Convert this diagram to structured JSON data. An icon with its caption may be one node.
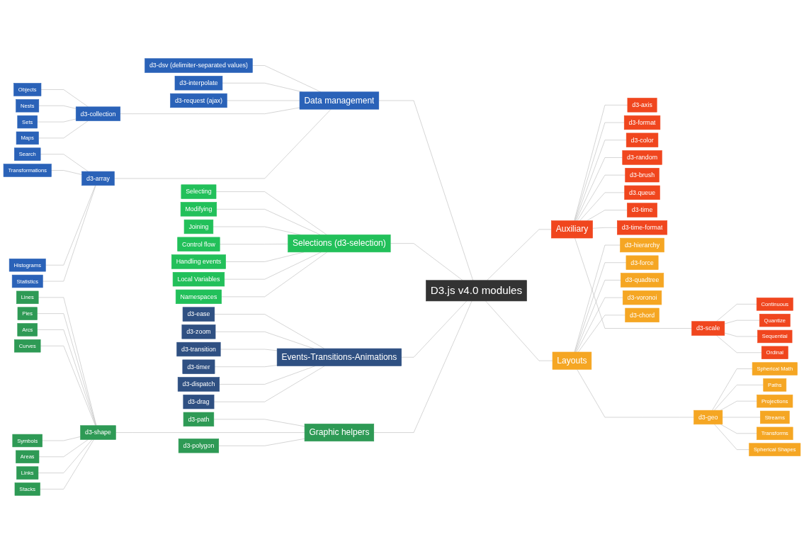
{
  "diagram": {
    "nodes": [
      {
        "text": [
          "D3.js v4.0 modules"
        ]
      },
      {
        "text": [
          "Data management"
        ]
      },
      {
        "text": [
          "d3-dsv (delimiter-separated values)"
        ]
      },
      {
        "text": [
          "d3-interpolate"
        ]
      },
      {
        "text": [
          "d3-request (ajax)"
        ]
      },
      {
        "text": [
          "d3-collection"
        ]
      },
      {
        "text": [
          "Objects"
        ]
      },
      {
        "text": [
          "Nests"
        ]
      },
      {
        "text": [
          "Sets"
        ]
      },
      {
        "text": [
          "Maps"
        ]
      },
      {
        "text": [
          "d3-array"
        ]
      },
      {
        "text": [
          "Search"
        ]
      },
      {
        "text": [
          "Transformations"
        ]
      },
      {
        "text": [
          "Histograms"
        ]
      },
      {
        "text": [
          "Statistics"
        ]
      },
      {
        "text": [
          "Auxiliary"
        ]
      },
      {
        "text": [
          "d3-scale"
        ]
      },
      {
        "text": [
          "Continuous"
        ]
      },
      {
        "text": [
          "Quantize"
        ]
      },
      {
        "text": [
          "Sequential"
        ]
      },
      {
        "text": [
          "Ordinal"
        ]
      },
      {
        "text": [
          "d3-axis"
        ]
      },
      {
        "text": [
          "d3-format"
        ]
      },
      {
        "text": [
          "d3-color"
        ]
      },
      {
        "text": [
          "d3-random"
        ]
      },
      {
        "text": [
          "d3-brush"
        ]
      },
      {
        "text": [
          "d3.queue"
        ]
      },
      {
        "text": [
          "d3-time"
        ]
      },
      {
        "text": [
          "d3-time-format"
        ]
      },
      {
        "text": [
          "Layouts"
        ]
      },
      {
        "text": [
          "d3-hierarchy"
        ]
      },
      {
        "text": [
          "d3-geo"
        ]
      },
      {
        "text": [
          "Spherical Math"
        ]
      },
      {
        "text": [
          "Paths"
        ]
      },
      {
        "text": [
          "Projections"
        ]
      },
      {
        "text": [
          "Streams"
        ]
      },
      {
        "text": [
          "Transforms"
        ]
      },
      {
        "text": [
          "Spherical Shapes"
        ]
      },
      {
        "text": [
          "d3-force"
        ]
      },
      {
        "text": [
          "d3-quadtree"
        ]
      },
      {
        "text": [
          "d3-voronoi"
        ]
      },
      {
        "text": [
          "d3-chord"
        ]
      },
      {
        "text": [
          "Selections (d3-selection)"
        ]
      },
      {
        "text": [
          "Selecting"
        ]
      },
      {
        "text": [
          "Modifying"
        ]
      },
      {
        "text": [
          "Joining"
        ]
      },
      {
        "text": [
          "Control flow"
        ]
      },
      {
        "text": [
          "Handling events"
        ]
      },
      {
        "text": [
          "Local Variables"
        ]
      },
      {
        "text": [
          "Namespaces"
        ]
      },
      {
        "text": [
          "Events-Transitions-Animations"
        ]
      },
      {
        "text": [
          "d3-ease"
        ]
      },
      {
        "text": [
          "d3-zoom"
        ]
      },
      {
        "text": [
          "d3-transition"
        ]
      },
      {
        "text": [
          "d3-timer"
        ]
      },
      {
        "text": [
          "d3-dispatch"
        ]
      },
      {
        "text": [
          "d3-drag"
        ]
      },
      {
        "text": [
          "Graphic helpers"
        ]
      },
      {
        "text": [
          "d3-path"
        ]
      },
      {
        "text": [
          "d3-shape"
        ]
      },
      {
        "text": [
          "d3-polygon"
        ]
      },
      {
        "text": [
          "Lines"
        ]
      },
      {
        "text": [
          "Pies"
        ]
      },
      {
        "text": [
          "Arcs"
        ]
      },
      {
        "text": [
          "Curves"
        ]
      },
      {
        "text": [
          "Symbols"
        ]
      },
      {
        "text": [
          "Areas"
        ]
      },
      {
        "text": [
          "Links"
        ]
      },
      {
        "text": [
          "Stacks"
        ]
      }
    ],
    "edges": [
      {
        "from": 0,
        "to": 1,
        "arrow": "none"
      },
      {
        "from": 0,
        "to": 15,
        "arrow": "none"
      },
      {
        "from": 0,
        "to": 29,
        "arrow": "none"
      },
      {
        "from": 0,
        "to": 42,
        "arrow": "none"
      },
      {
        "from": 0,
        "to": 50,
        "arrow": "none"
      },
      {
        "from": 0,
        "to": 57,
        "arrow": "none"
      },
      {
        "from": 1,
        "to": 2,
        "arrow": "none"
      },
      {
        "from": 1,
        "to": 3,
        "arrow": "none"
      },
      {
        "from": 1,
        "to": 4,
        "arrow": "none"
      },
      {
        "from": 1,
        "to": 5,
        "arrow": "none"
      },
      {
        "from": 1,
        "to": 10,
        "arrow": "none"
      },
      {
        "from": 5,
        "to": 6,
        "arrow": "none"
      },
      {
        "from": 5,
        "to": 7,
        "arrow": "none"
      },
      {
        "from": 5,
        "to": 8,
        "arrow": "none"
      },
      {
        "from": 5,
        "to": 9,
        "arrow": "none"
      },
      {
        "from": 10,
        "to": 11,
        "arrow": "none"
      },
      {
        "from": 10,
        "to": 12,
        "arrow": "none"
      },
      {
        "from": 10,
        "to": 13,
        "arrow": "none"
      },
      {
        "from": 10,
        "to": 14,
        "arrow": "none"
      },
      {
        "from": 15,
        "to": 16,
        "arrow": "none"
      },
      {
        "from": 15,
        "to": 21,
        "arrow": "none"
      },
      {
        "from": 15,
        "to": 22,
        "arrow": "none"
      },
      {
        "from": 15,
        "to": 23,
        "arrow": "none"
      },
      {
        "from": 15,
        "to": 24,
        "arrow": "none"
      },
      {
        "from": 15,
        "to": 25,
        "arrow": "none"
      },
      {
        "from": 15,
        "to": 26,
        "arrow": "none"
      },
      {
        "from": 15,
        "to": 27,
        "arrow": "none"
      },
      {
        "from": 15,
        "to": 28,
        "arrow": "none"
      },
      {
        "from": 16,
        "to": 17,
        "arrow": "none"
      },
      {
        "from": 16,
        "to": 18,
        "arrow": "none"
      },
      {
        "from": 16,
        "to": 19,
        "arrow": "none"
      },
      {
        "from": 16,
        "to": 20,
        "arrow": "none"
      },
      {
        "from": 29,
        "to": 30,
        "arrow": "none"
      },
      {
        "from": 29,
        "to": 31,
        "arrow": "none"
      },
      {
        "from": 29,
        "to": 38,
        "arrow": "none"
      },
      {
        "from": 29,
        "to": 39,
        "arrow": "none"
      },
      {
        "from": 29,
        "to": 40,
        "arrow": "none"
      },
      {
        "from": 29,
        "to": 41,
        "arrow": "none"
      },
      {
        "from": 31,
        "to": 32,
        "arrow": "none"
      },
      {
        "from": 31,
        "to": 33,
        "arrow": "none"
      },
      {
        "from": 31,
        "to": 34,
        "arrow": "none"
      },
      {
        "from": 31,
        "to": 35,
        "arrow": "none"
      },
      {
        "from": 31,
        "to": 36,
        "arrow": "none"
      },
      {
        "from": 31,
        "to": 37,
        "arrow": "none"
      },
      {
        "from": 42,
        "to": 43,
        "arrow": "none"
      },
      {
        "from": 42,
        "to": 44,
        "arrow": "none"
      },
      {
        "from": 42,
        "to": 45,
        "arrow": "none"
      },
      {
        "from": 42,
        "to": 46,
        "arrow": "none"
      },
      {
        "from": 42,
        "to": 47,
        "arrow": "none"
      },
      {
        "from": 42,
        "to": 48,
        "arrow": "none"
      },
      {
        "from": 42,
        "to": 49,
        "arrow": "none"
      },
      {
        "from": 50,
        "to": 51,
        "arrow": "none"
      },
      {
        "from": 50,
        "to": 52,
        "arrow": "none"
      },
      {
        "from": 50,
        "to": 53,
        "arrow": "none"
      },
      {
        "from": 50,
        "to": 54,
        "arrow": "none"
      },
      {
        "from": 50,
        "to": 55,
        "arrow": "none"
      },
      {
        "from": 50,
        "to": 56,
        "arrow": "none"
      },
      {
        "from": 57,
        "to": 58,
        "arrow": "none"
      },
      {
        "from": 57,
        "to": 59,
        "arrow": "none"
      },
      {
        "from": 57,
        "to": 60,
        "arrow": "none"
      },
      {
        "from": 59,
        "to": 61,
        "arrow": "none"
      },
      {
        "from": 59,
        "to": 62,
        "arrow": "none"
      },
      {
        "from": 59,
        "to": 63,
        "arrow": "none"
      },
      {
        "from": 59,
        "to": 64,
        "arrow": "none"
      },
      {
        "from": 59,
        "to": 65,
        "arrow": "none"
      },
      {
        "from": 59,
        "to": 66,
        "arrow": "none"
      },
      {
        "from": 59,
        "to": 67,
        "arrow": "none"
      },
      {
        "from": 59,
        "to": 68,
        "arrow": "none"
      }
    ]
  }
}
